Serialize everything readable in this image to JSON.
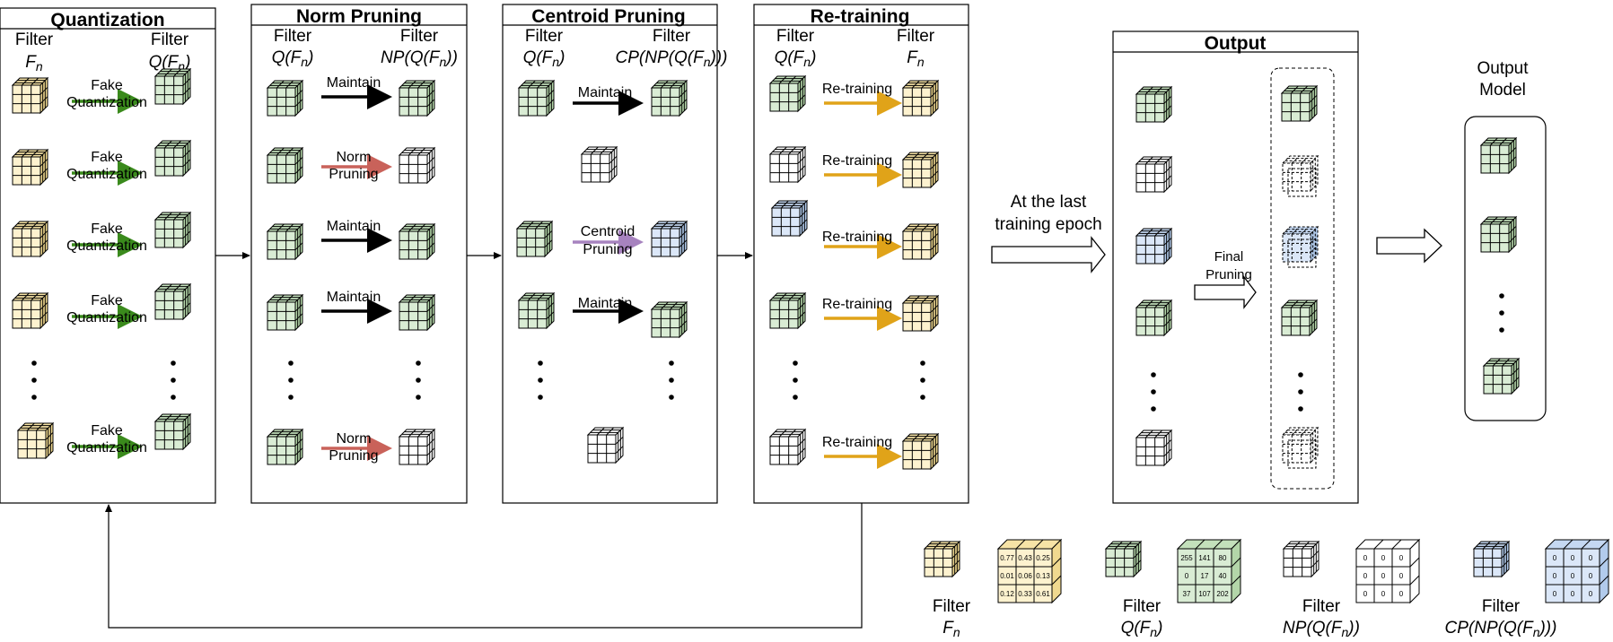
{
  "colors": {
    "yellow_face": "#fdf2cf",
    "yellow_top": "#f6e3a6",
    "yellow_side": "#f0d98f",
    "green_face": "#d9ecd4",
    "green_top": "#c3e0bb",
    "green_side": "#b3d6a9",
    "blue_face": "#dbe7f8",
    "blue_top": "#c5d8f2",
    "blue_side": "#b2cbec",
    "arrow_green": "#3a8a1c",
    "arrow_red": "#c9625a",
    "arrow_black": "#000000",
    "arrow_purple": "#a783bf",
    "arrow_orange": "#e0a319"
  },
  "panels": {
    "quantization": {
      "title": "Quantization",
      "col1_header": "Filter",
      "col1_sub": "F",
      "col1_subscript": "n",
      "col2_header": "Filter",
      "col2_sub": "Q(F",
      "col2_subscript": "n",
      "col2_suffix": ")",
      "arrow_label_line1": "Fake",
      "arrow_label_line2": "Quantization"
    },
    "norm_pruning": {
      "title": "Norm Pruning",
      "col1_header": "Filter",
      "col1_sub": "Q(F",
      "col1_subscript": "n",
      "col1_suffix": ")",
      "col2_header": "Filter",
      "col2_sub": "NP(Q(F",
      "col2_subscript": "n",
      "col2_suffix": "))",
      "maintain_label": "Maintain",
      "prune_label_line1": "Norm",
      "prune_label_line2": "Pruning"
    },
    "centroid_pruning": {
      "title": "Centroid Pruning",
      "col1_header": "Filter",
      "col1_sub": "Q(F",
      "col1_subscript": "n",
      "col1_suffix": ")",
      "col2_header": "Filter",
      "col2_sub": "CP(NP(Q(F",
      "col2_subscript": "n",
      "col2_suffix": ")))",
      "maintain_label": "Maintain",
      "prune_label_line1": "Centroid",
      "prune_label_line2": "Pruning"
    },
    "retraining": {
      "title": "Re-training",
      "col1_header": "Filter",
      "col1_sub": "Q(F",
      "col1_subscript": "n",
      "col1_suffix": ")",
      "col2_header": "Filter",
      "col2_sub": "F",
      "col2_subscript": "n",
      "arrow_label": "Re-training"
    },
    "output": {
      "title": "Output",
      "final_line1": "Final",
      "final_line2": "Pruning"
    }
  },
  "transition_label_line1": "At the last",
  "transition_label_line2": "training epoch",
  "output_model_line1": "Output",
  "output_model_line2": "Model",
  "legend": {
    "fn": {
      "label": "Filter",
      "sub": "F",
      "subscript": "n",
      "suffix": "",
      "values": [
        "0.77",
        "0.43",
        "0.25",
        "0.01",
        "0.06",
        "0.13",
        "0.12",
        "0.33",
        "0.61"
      ]
    },
    "qfn": {
      "label": "Filter",
      "sub": "Q(F",
      "subscript": "n",
      "suffix": ")",
      "values": [
        "255",
        "141",
        "80",
        "0",
        "17",
        "40",
        "37",
        "107",
        "202"
      ]
    },
    "np": {
      "label": "Filter",
      "sub": "NP(Q(F",
      "subscript": "n",
      "suffix": "))",
      "values": [
        "0",
        "0",
        "0",
        "0",
        "0",
        "0",
        "0",
        "0",
        "0"
      ]
    },
    "cp": {
      "label": "Filter",
      "sub": "CP(NP(Q(F",
      "subscript": "n",
      "suffix": ")))",
      "values": [
        "0",
        "0",
        "0",
        "0",
        "0",
        "0",
        "0",
        "0",
        "0"
      ]
    }
  }
}
